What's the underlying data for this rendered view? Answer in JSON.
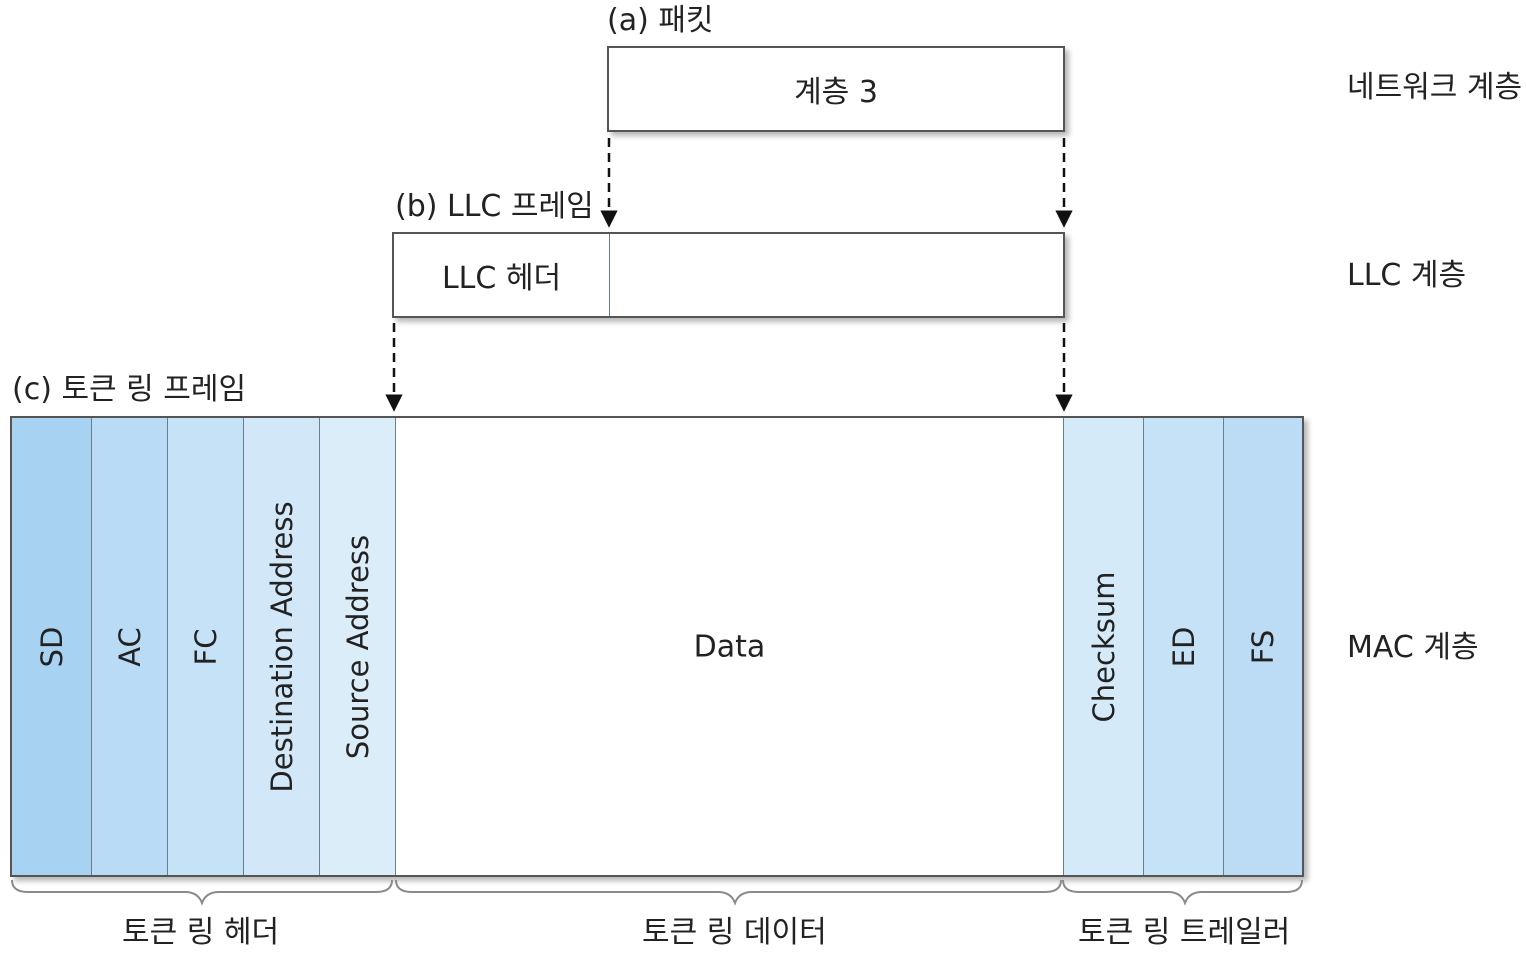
{
  "packet": {
    "caption": "(a) 패킷",
    "box_label": "계층 3",
    "layer": "네트워크 계층"
  },
  "llc": {
    "caption": "(b) LLC 프레임",
    "header_label": "LLC 헤더",
    "layer": "LLC 계층"
  },
  "token_ring": {
    "caption": "(c) 토큰 링 프레임",
    "layer": "MAC 계층",
    "fields": {
      "sd": "SD",
      "ac": "AC",
      "fc": "FC",
      "destination": "Destination Address",
      "source": "Source Address",
      "data": "Data",
      "checksum": "Checksum",
      "ed": "ED",
      "fs": "FS"
    },
    "groups": {
      "header": "토큰 링 헤더",
      "data": "토큰 링 데이터",
      "trailer": "토큰 링 트레일러"
    }
  },
  "colors": {
    "sd": "#a8d2f2",
    "ac": "#b9dbf5",
    "fc": "#c6e2f7",
    "destination": "#d2e8f8",
    "source": "#dcedfa",
    "data": "#ffffff",
    "checksum": "#d4eaf9",
    "ed": "#c6e2f7",
    "fs": "#bcdcf5"
  }
}
